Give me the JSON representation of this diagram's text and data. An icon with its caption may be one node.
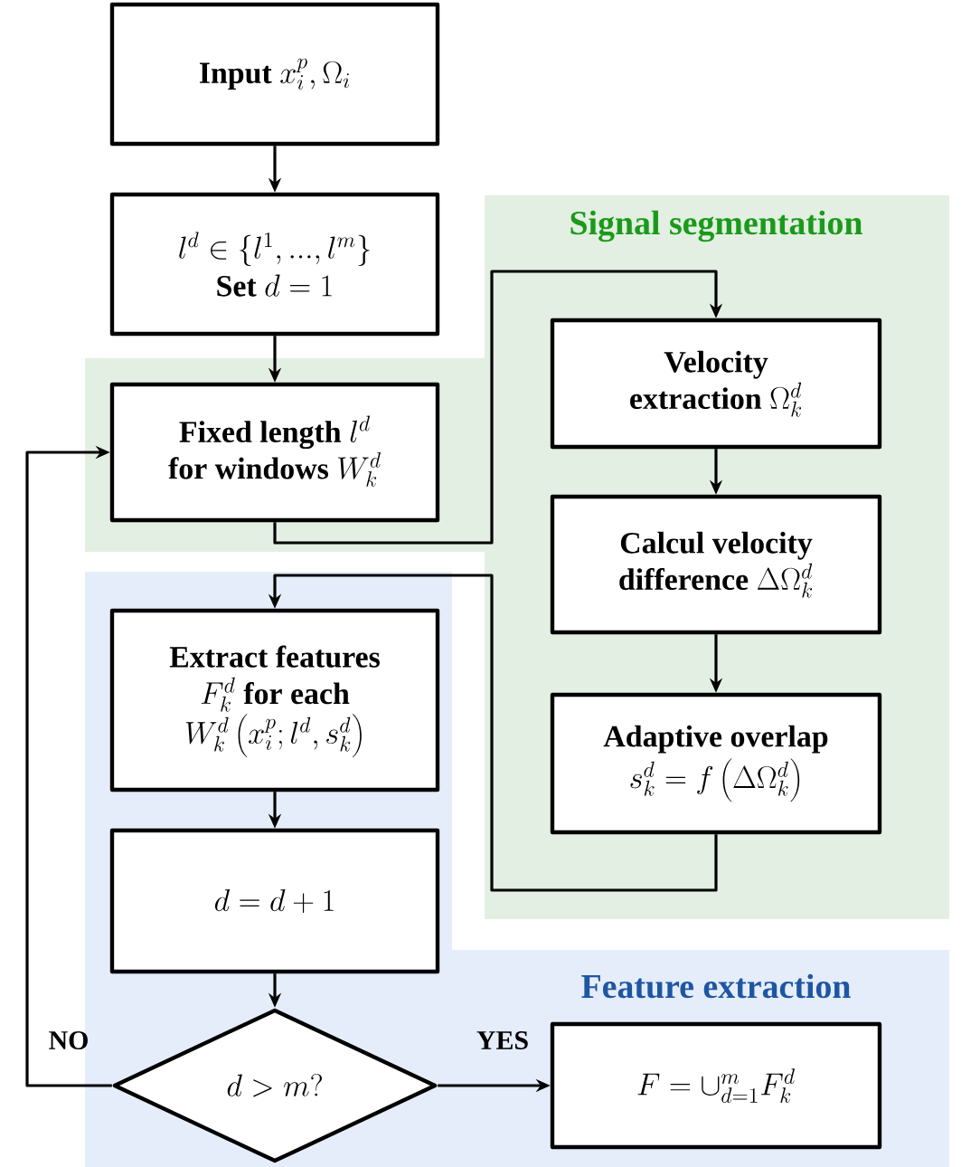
{
  "diagram": {
    "nodes": [
      {
        "text": [
          "\\textbf{Input}\\ x_i^p, \\Omega_i"
        ]
      },
      {
        "text": [
          "l^d \\in \\{l^1, ..., l^m\\}",
          "\\textbf{Set}\\ d = 1"
        ]
      },
      {
        "text": [
          "\\begin{array}{c}\\textbf{Fixed length}\\ l^d\\\\ \\textbf{for windows}\\ W_k^d\\end{array}"
        ]
      },
      {
        "text": [
          "\\begin{array}{c}\\textbf{Velocity}\\\\ \\textbf{extraction}\\ \\Omega_k^d\\end{array}"
        ]
      },
      {
        "text": [
          "\\begin{array}{c}\\textbf{Calcul velocity}\\\\ \\textbf{difference}\\ \\Delta\\Omega_k^d\\end{array}"
        ]
      },
      {
        "text": [
          "\\textbf{Adaptive overlap}",
          "s_k^d = f\\left(\\Delta\\Omega_k^d\\right)"
        ]
      },
      {
        "text": [
          "\\begin{array}{c}\\textbf{Extract features}\\\\ F_k^d\\ \\textbf{for each}\\\\ W_k^d\\left(x_i^p; l^d, s_k^d\\right)\\end{array}"
        ]
      },
      {
        "text": [
          "d = d + 1"
        ]
      },
      {
        "text": [
          "d > m?"
        ]
      },
      {
        "text": [
          "F = \\cup_{d=1}^m F_k^d"
        ]
      }
    ],
    "edges": [
      {
        "from": 0,
        "to": 1,
        "arrow": "to"
      },
      {
        "from": 1,
        "to": 2,
        "arrow": "to"
      },
      {
        "from": 2,
        "to": 3,
        "arrow": "to"
      },
      {
        "from": 3,
        "to": 4,
        "arrow": "to"
      },
      {
        "from": 4,
        "to": 5,
        "arrow": "to"
      },
      {
        "from": 5,
        "to": 6,
        "arrow": "to"
      },
      {
        "from": 6,
        "to": 7,
        "arrow": "to"
      },
      {
        "from": 7,
        "to": 8,
        "arrow": "to"
      },
      {
        "from": 8,
        "to": 2,
        "arrow": "to",
        "label": "NO"
      },
      {
        "from": 8,
        "to": 9,
        "arrow": "to",
        "label": "YES"
      }
    ],
    "labels": [
      "Signal segmentation",
      "Feature extraction"
    ]
  }
}
